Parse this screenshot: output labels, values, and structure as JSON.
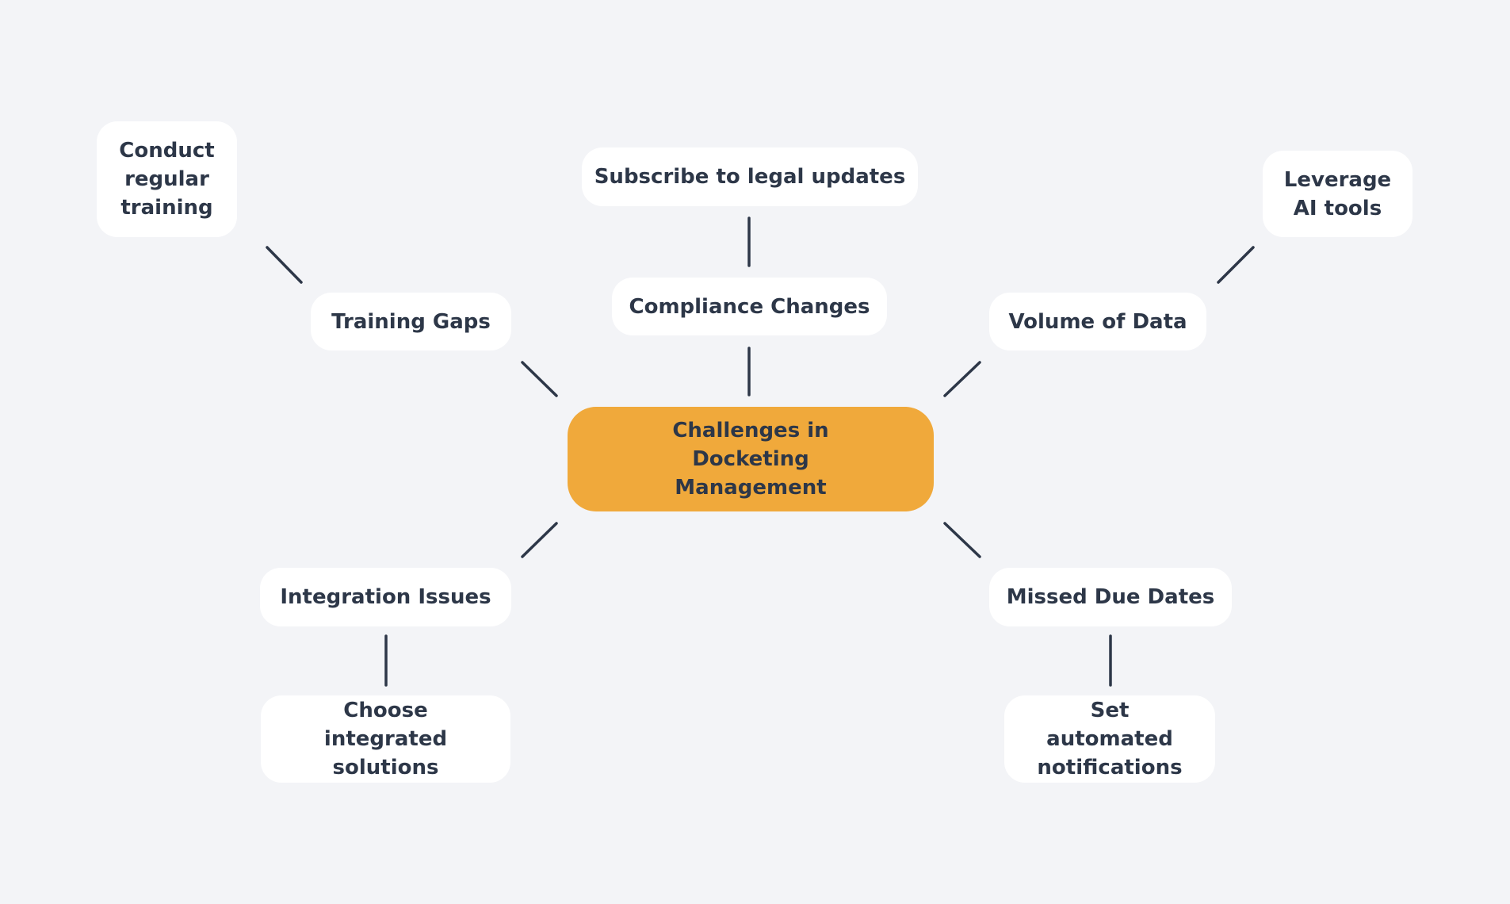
{
  "colors": {
    "background": "#f3f4f7",
    "central": "#f0a93b",
    "node": "#ffffff",
    "text": "#2d3748",
    "line": "#2d3748"
  },
  "central": "Challenges in Docketing Management",
  "challenges": {
    "training_gaps": "Training Gaps",
    "compliance_changes": "Compliance Changes",
    "volume_of_data": "Volume of Data",
    "integration_issues": "Integration Issues",
    "missed_due_dates": "Missed Due Dates"
  },
  "solutions": {
    "training": "Conduct regular training",
    "compliance": "Subscribe to legal updates",
    "volume": "Leverage AI tools",
    "integration": "Choose integrated solutions",
    "due_dates": "Set automated notifications"
  }
}
